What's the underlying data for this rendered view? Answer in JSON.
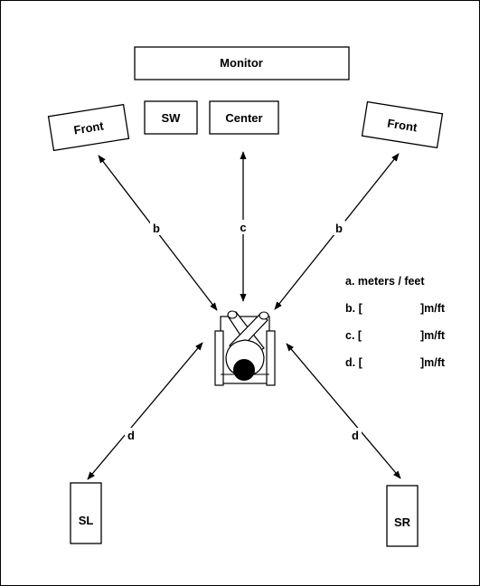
{
  "speakers": {
    "monitor": "Monitor",
    "subwoofer": "SW",
    "center": "Center",
    "front_left": "Front",
    "front_right": "Front",
    "surround_left": "SL",
    "surround_right": "SR"
  },
  "distance_labels": {
    "front_left": "b",
    "center": "c",
    "front_right": "b",
    "surround_left": "d",
    "surround_right": "d"
  },
  "legend": {
    "a": "a. meters / feet",
    "b_prefix": "b. [",
    "b_suffix": "]m/ft",
    "c_prefix": "c. [",
    "c_suffix": "]m/ft",
    "d_prefix": "d. [",
    "d_suffix": "]m/ft"
  }
}
